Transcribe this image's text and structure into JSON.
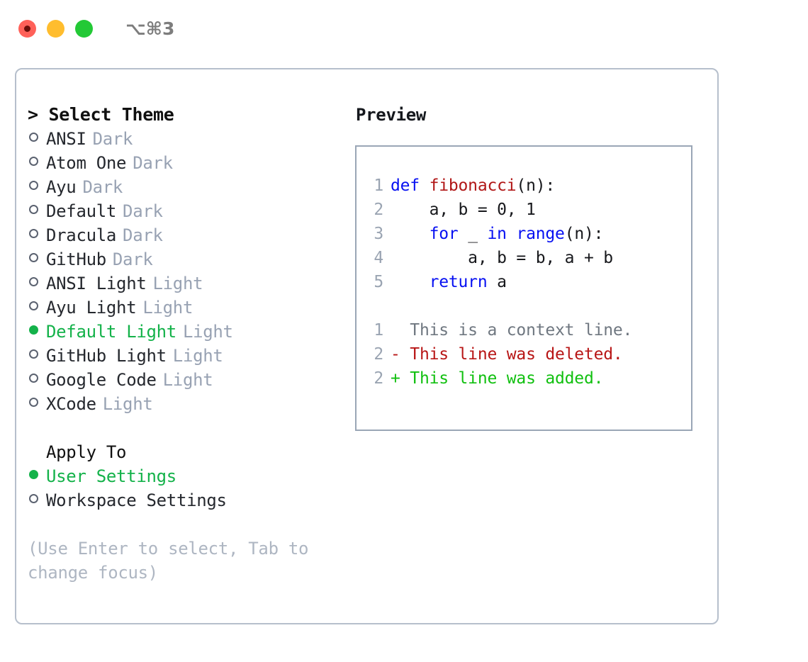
{
  "titlebar": {
    "shortcut": "⌥⌘3",
    "lights": [
      {
        "name": "close",
        "color": "#ff6159"
      },
      {
        "name": "minimize",
        "color": "#ffbd2e"
      },
      {
        "name": "maximize",
        "color": "#23c936"
      }
    ]
  },
  "colors": {
    "accent_green": "#14b24a",
    "muted": "#98a2b3",
    "hint": "#aeb6c2",
    "border": "#b6bfcc",
    "preview_border": "#9aa6b6",
    "keyword": "#0710f2",
    "function": "#b11717",
    "diff_add": "#11c010",
    "diff_del": "#b81616",
    "diff_ctx": "#6f7780"
  },
  "left": {
    "title": "> Select Theme",
    "themes": [
      {
        "name": "ANSI",
        "tag": "Dark",
        "selected": false
      },
      {
        "name": "Atom One",
        "tag": "Dark",
        "selected": false
      },
      {
        "name": "Ayu",
        "tag": "Dark",
        "selected": false
      },
      {
        "name": "Default",
        "tag": "Dark",
        "selected": false
      },
      {
        "name": "Dracula",
        "tag": "Dark",
        "selected": false
      },
      {
        "name": "GitHub",
        "tag": "Dark",
        "selected": false
      },
      {
        "name": "ANSI Light",
        "tag": "Light",
        "selected": false
      },
      {
        "name": "Ayu Light",
        "tag": "Light",
        "selected": false
      },
      {
        "name": "Default Light",
        "tag": "Light",
        "selected": true
      },
      {
        "name": "GitHub Light",
        "tag": "Light",
        "selected": false
      },
      {
        "name": "Google Code",
        "tag": "Light",
        "selected": false
      },
      {
        "name": "XCode",
        "tag": "Light",
        "selected": false
      }
    ],
    "apply_to": {
      "heading": "Apply To",
      "options": [
        {
          "name": "User Settings",
          "selected": true
        },
        {
          "name": "Workspace Settings",
          "selected": false
        }
      ]
    },
    "hint_lines": [
      "(Use Enter to select, Tab to",
      "change focus)"
    ]
  },
  "right": {
    "title": "Preview",
    "code_lines": [
      {
        "num": "1",
        "tokens": [
          {
            "t": "def ",
            "c": "kw"
          },
          {
            "t": "fibonacci",
            "c": "fn"
          },
          {
            "t": "(n):",
            "c": "plain"
          }
        ]
      },
      {
        "num": "2",
        "tokens": [
          {
            "t": "    a, b = 0, 1",
            "c": "plain"
          }
        ]
      },
      {
        "num": "3",
        "tokens": [
          {
            "t": "    ",
            "c": "plain"
          },
          {
            "t": "for",
            "c": "kw"
          },
          {
            "t": " _ ",
            "c": "plain"
          },
          {
            "t": "in",
            "c": "kw"
          },
          {
            "t": " ",
            "c": "plain"
          },
          {
            "t": "range",
            "c": "kw"
          },
          {
            "t": "(n):",
            "c": "plain"
          }
        ]
      },
      {
        "num": "4",
        "tokens": [
          {
            "t": "        a, b = b, a + b",
            "c": "plain"
          }
        ]
      },
      {
        "num": "5",
        "tokens": [
          {
            "t": "    ",
            "c": "plain"
          },
          {
            "t": "return",
            "c": "kw"
          },
          {
            "t": " a",
            "c": "plain"
          }
        ]
      }
    ],
    "diff_lines": [
      {
        "num": "1",
        "marker": "  ",
        "text": "This is a context line.",
        "kind": "ctx"
      },
      {
        "num": "2",
        "marker": "- ",
        "text": "This line was deleted.",
        "kind": "del"
      },
      {
        "num": "2",
        "marker": "+ ",
        "text": "This line was added.",
        "kind": "add"
      }
    ]
  }
}
